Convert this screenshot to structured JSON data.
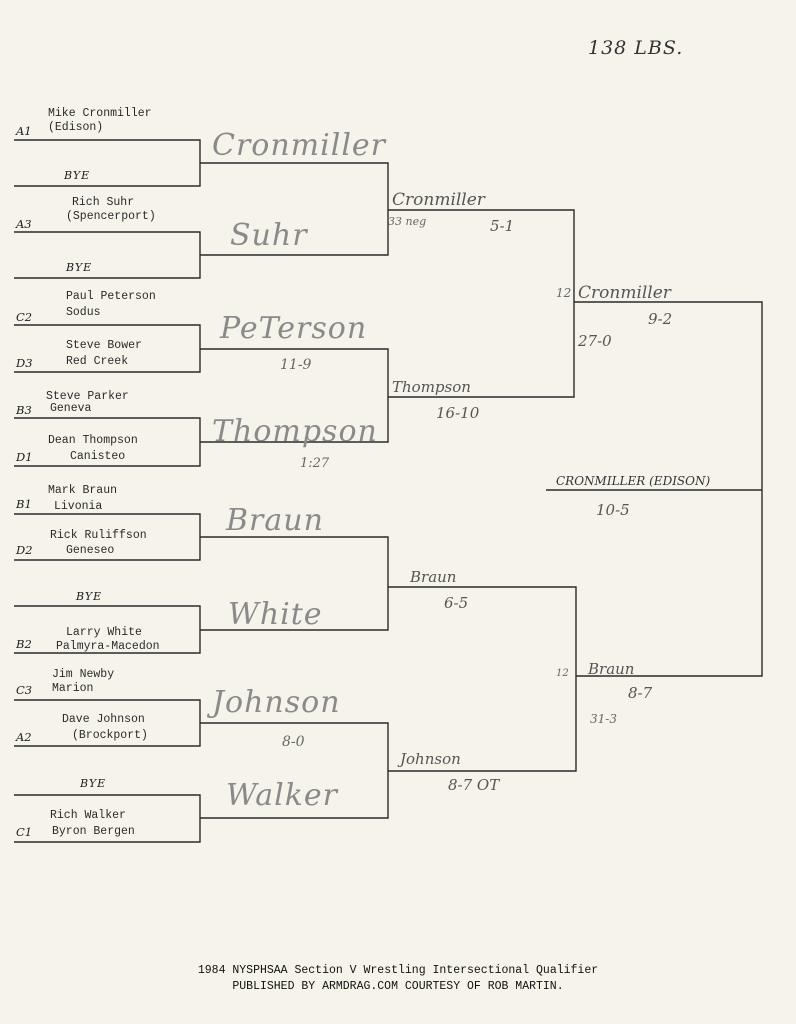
{
  "header": {
    "weight_class": "138 LBS."
  },
  "bracket": {
    "slots": [
      {
        "seed": "A1",
        "name": "Mike Cronmiller",
        "school": "(Edison)"
      },
      {
        "seed": "",
        "name": "BYE",
        "school": ""
      },
      {
        "seed": "A3",
        "name": "Rich Suhr",
        "school": "(Spencerport)"
      },
      {
        "seed": "",
        "name": "BYE",
        "school": ""
      },
      {
        "seed": "C2",
        "name": "Paul Peterson",
        "school": "Sodus"
      },
      {
        "seed": "D3",
        "name": "Steve Bower",
        "school": "Red Creek"
      },
      {
        "seed": "B3",
        "name": "Steve Parker",
        "school": "Geneva"
      },
      {
        "seed": "D1",
        "name": "Dean Thompson",
        "school": "Canisteo"
      },
      {
        "seed": "B1",
        "name": "Mark Braun",
        "school": "Livonia"
      },
      {
        "seed": "D2",
        "name": "Rick Ruliffson",
        "school": "Geneseo"
      },
      {
        "seed": "",
        "name": "BYE",
        "school": ""
      },
      {
        "seed": "B2",
        "name": "Larry White",
        "school": "Palmyra-Macedon"
      },
      {
        "seed": "C3",
        "name": "Jim Newby",
        "school": "Marion"
      },
      {
        "seed": "A2",
        "name": "Dave Johnson",
        "school": "(Brockport)"
      },
      {
        "seed": "",
        "name": "BYE",
        "school": ""
      },
      {
        "seed": "C1",
        "name": "Rich Walker",
        "school": "Byron Bergen"
      }
    ],
    "round1": [
      {
        "winner": "Cronmiller",
        "score": ""
      },
      {
        "winner": "Suhr",
        "score": ""
      },
      {
        "winner": "PeTerson",
        "score": "11-9"
      },
      {
        "winner": "Thompson",
        "score": "1:27"
      },
      {
        "winner": "Braun",
        "score": ""
      },
      {
        "winner": "White",
        "score": ""
      },
      {
        "winner": "Johnson",
        "score": "8-0"
      },
      {
        "winner": "Walker",
        "score": ""
      }
    ],
    "quarterfinals": [
      {
        "winner": "Cronmiller",
        "score": "5-1",
        "note": "33 neg"
      },
      {
        "winner": "Thompson",
        "score": "16-10",
        "note": ""
      },
      {
        "winner": "Braun",
        "score": "6-5",
        "note": ""
      },
      {
        "winner": "Johnson",
        "score": "8-7 OT",
        "note": ""
      }
    ],
    "semifinals": [
      {
        "winner": "Cronmiller",
        "score": "9-2",
        "note": "27-0",
        "marker": "12"
      },
      {
        "winner": "Braun",
        "score": "8-7",
        "note": "31-3",
        "marker": "12"
      }
    ],
    "final": {
      "winner": "CRONMILLER (EDISON)",
      "score": "10-5"
    }
  },
  "footer": {
    "line1": "1984 NYSPHSAA Section V Wrestling Intersectional Qualifier",
    "line2": "PUBLISHED BY ARMDRAG.COM COURTESY OF ROB MARTIN."
  }
}
